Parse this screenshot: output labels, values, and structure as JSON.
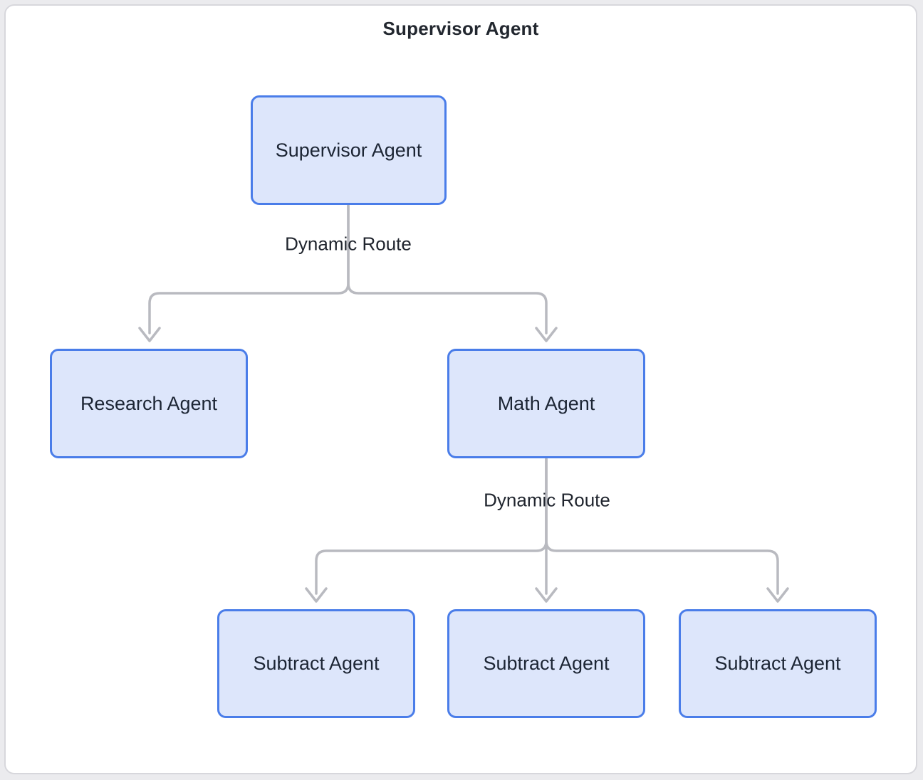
{
  "title": "Supervisor Agent",
  "colors": {
    "page_background": "#ebebee",
    "frame_background": "#ffffff",
    "frame_border": "#d7d7dc",
    "node_fill": "#dde6fb",
    "node_border": "#4a7de9",
    "node_text": "#1c2534",
    "edge_line": "#b9bac0",
    "title_text": "#22272f"
  },
  "nodes": [
    {
      "id": "supervisor",
      "label": "Supervisor Agent"
    },
    {
      "id": "research",
      "label": "Research Agent"
    },
    {
      "id": "math",
      "label": "Math Agent"
    },
    {
      "id": "subtract-1",
      "label": "Subtract Agent"
    },
    {
      "id": "subtract-2",
      "label": "Subtract Agent"
    },
    {
      "id": "subtract-3",
      "label": "Subtract Agent"
    }
  ],
  "edges": [
    {
      "from": "supervisor",
      "to": "research",
      "label": "Dynamic Route"
    },
    {
      "from": "supervisor",
      "to": "math",
      "label": "Dynamic Route"
    },
    {
      "from": "math",
      "to": "subtract-1",
      "label": "Dynamic Route"
    },
    {
      "from": "math",
      "to": "subtract-2",
      "label": "Dynamic Route"
    },
    {
      "from": "math",
      "to": "subtract-3",
      "label": "Dynamic Route"
    }
  ],
  "edge_labels": [
    {
      "id": "route-1",
      "label": "Dynamic Route"
    },
    {
      "id": "route-2",
      "label": "Dynamic Route"
    }
  ]
}
